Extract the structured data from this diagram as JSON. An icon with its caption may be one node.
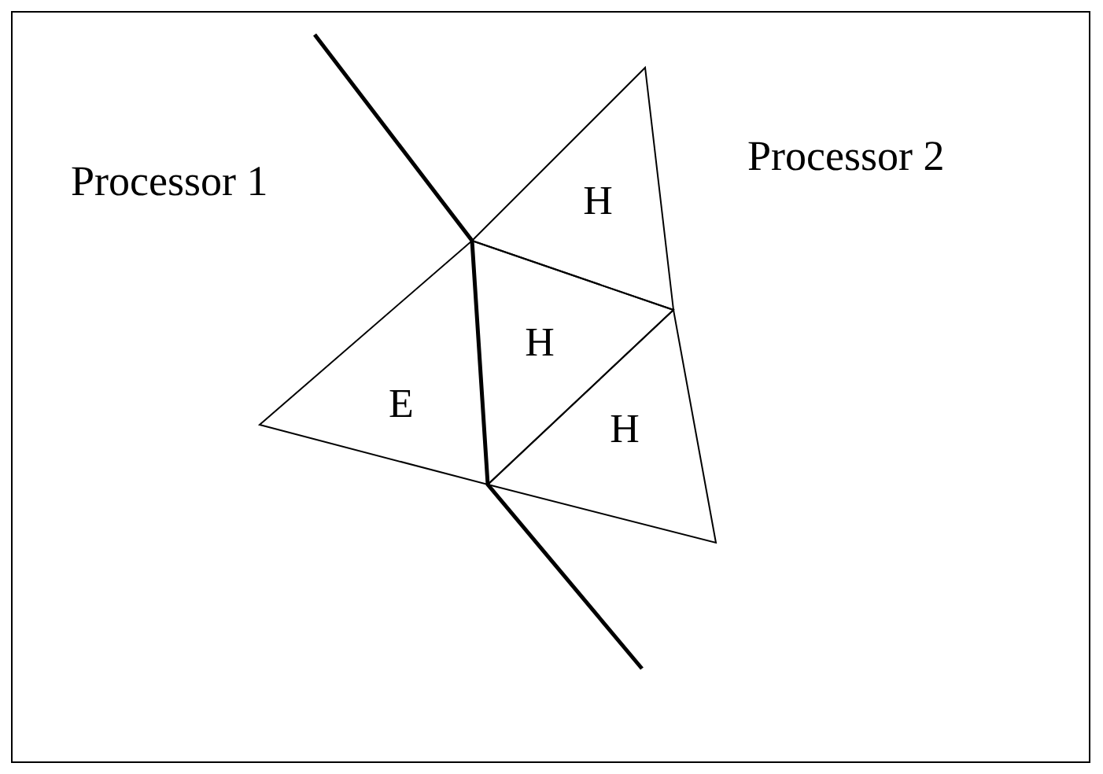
{
  "diagram": {
    "nodes": [
      {
        "text": [
          "H"
        ]
      },
      {
        "text": [
          "H"
        ]
      },
      {
        "text": [
          "E"
        ]
      },
      {
        "text": [
          "H"
        ]
      }
    ],
    "edges": [],
    "labels": [
      "Processor 1",
      "Processor 2"
    ]
  }
}
